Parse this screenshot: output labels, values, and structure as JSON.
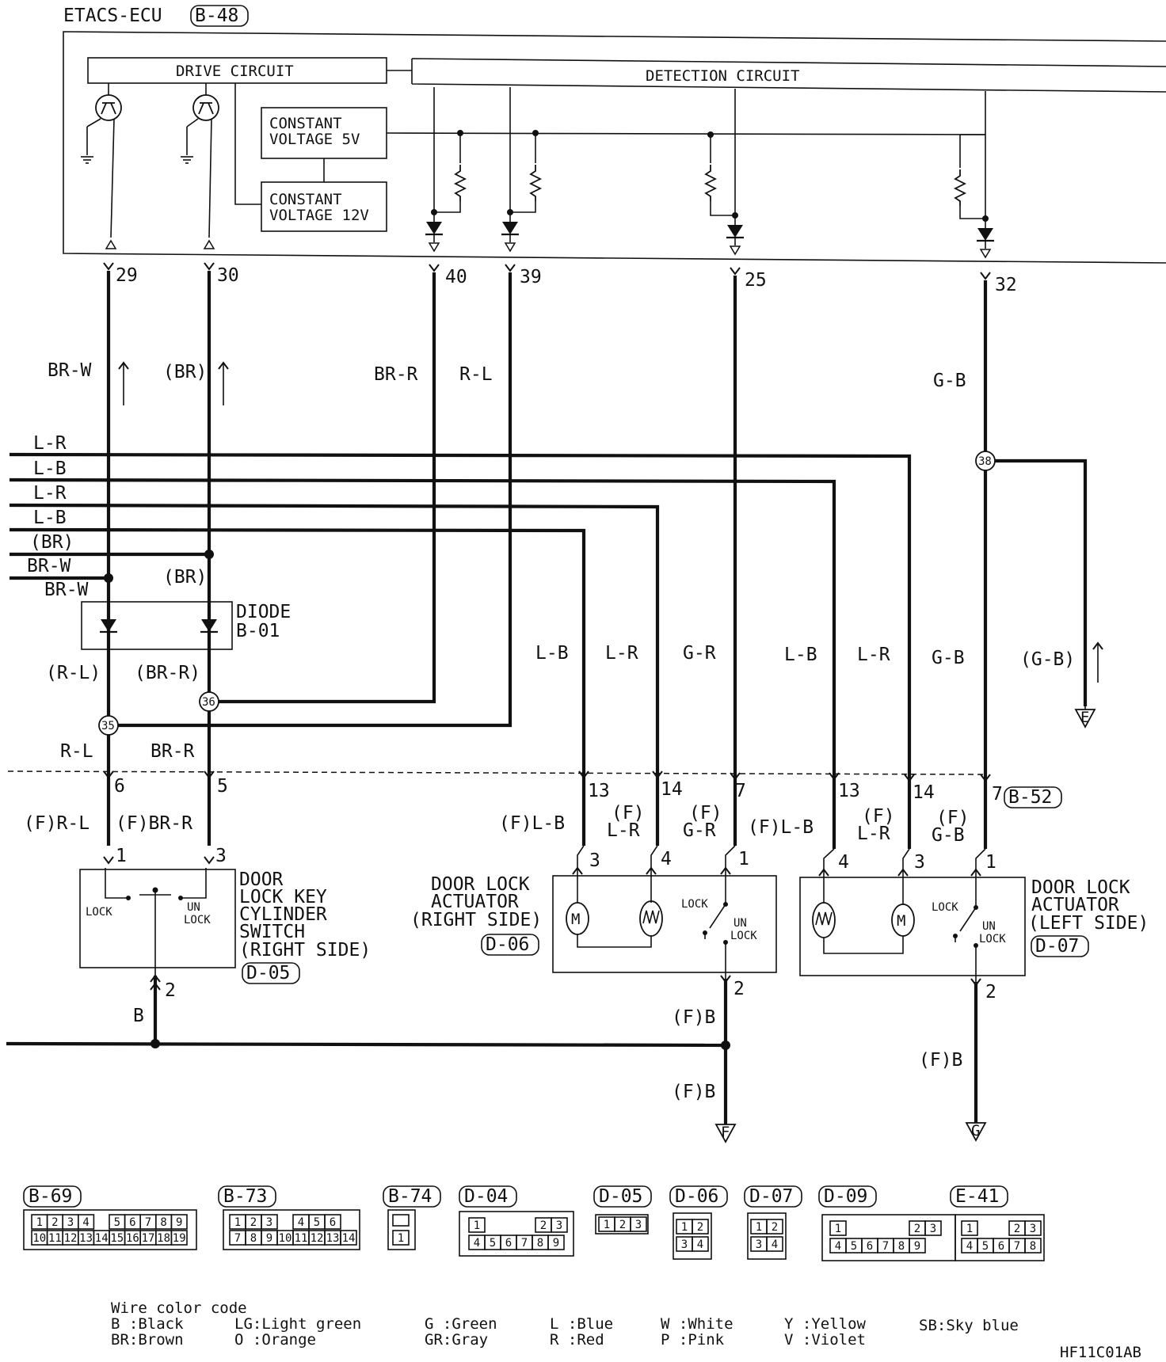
{
  "header": {
    "ecu_name": "ETACS-ECU",
    "ecu_connector": "B-48"
  },
  "ecu": {
    "drive_circuit": "DRIVE CIRCUIT",
    "detection_circuit": "DETECTION CIRCUIT",
    "cv5": [
      "CONSTANT",
      "VOLTAGE 5V"
    ],
    "cv12": [
      "CONSTANT",
      "VOLTAGE 12V"
    ]
  },
  "pins": {
    "p29": "29",
    "p30": "30",
    "p40": "40",
    "p39": "39",
    "p25": "25",
    "p32": "32"
  },
  "wires": {
    "brw": "BR-W",
    "br_paren": "(BR)",
    "brr": "BR-R",
    "rl": "R-L",
    "gb": "G-B",
    "lr": "L-R",
    "lb": "L-B",
    "gr": "G-R",
    "rl_paren": "(R-L)",
    "brr_paren": "(BR-R)",
    "gb_paren": "(G-B)",
    "f_rl": "(F)R-L",
    "f_brr": "(F)BR-R",
    "f_lb": "(F)L-B",
    "f": "(F)",
    "b": "B",
    "f_b": "(F)B"
  },
  "left_bus": [
    "L-R",
    "L-B",
    "L-R",
    "L-B",
    "(BR)",
    "BR-W"
  ],
  "junctions": {
    "j38": "38",
    "j36": "36",
    "j35": "35"
  },
  "diode": {
    "name": "DIODE",
    "code": "B-01"
  },
  "terminals": {
    "t6": "6",
    "t5": "5",
    "t13a": "13",
    "t14a": "14",
    "t7a": "7",
    "t13b": "13",
    "t14b": "14",
    "t7b": "7",
    "b52": "B-52",
    "k1": "1",
    "k3": "3",
    "k2": "2",
    "r3": "3",
    "r4": "4",
    "r1": "1",
    "r2": "2",
    "l4": "4",
    "l3": "3",
    "l1": "1",
    "l2": "2"
  },
  "components": {
    "key_switch": {
      "lines": [
        "DOOR",
        "LOCK KEY",
        "CYLINDER",
        "SWITCH",
        "(RIGHT SIDE)"
      ],
      "code": "D-05",
      "lock": "LOCK",
      "unlock": [
        "UN",
        "LOCK"
      ]
    },
    "actuator_right": {
      "lines": [
        "DOOR LOCK",
        "ACTUATOR",
        "(RIGHT SIDE)"
      ],
      "code": "D-06",
      "lock": "LOCK",
      "unlock": [
        "UN",
        "LOCK"
      ],
      "motor": "M"
    },
    "actuator_left": {
      "lines": [
        "DOOR LOCK",
        "ACTUATOR",
        "(LEFT SIDE)"
      ],
      "code": "D-07",
      "lock": "LOCK",
      "unlock": [
        "UN",
        "LOCK"
      ],
      "motor": "M"
    }
  },
  "grounds": {
    "e": "E",
    "f": "F",
    "g": "G"
  },
  "connectors": {
    "b69": {
      "code": "B-69",
      "row1": [
        "1",
        "2",
        "3",
        "4",
        "",
        "5",
        "6",
        "7",
        "8",
        "9"
      ],
      "row2": [
        "10",
        "11",
        "12",
        "13",
        "14",
        "15",
        "16",
        "17",
        "18",
        "19"
      ]
    },
    "b73": {
      "code": "B-73",
      "row1": [
        "1",
        "2",
        "3",
        "",
        "4",
        "5",
        "6"
      ],
      "row2": [
        "7",
        "8",
        "9",
        "10",
        "11",
        "12",
        "13",
        "14"
      ]
    },
    "b74": {
      "code": "B-74",
      "pins": [
        "1"
      ]
    },
    "d04": {
      "code": "D-04",
      "row1": [
        "1",
        "2",
        "3"
      ],
      "row2": [
        "4",
        "5",
        "6",
        "7",
        "8",
        "9"
      ]
    },
    "d05": {
      "code": "D-05",
      "pins": [
        "1",
        "2",
        "3"
      ]
    },
    "d06": {
      "code": "D-06",
      "row1": [
        "1",
        "2"
      ],
      "row2": [
        "3",
        "4"
      ]
    },
    "d07": {
      "code": "D-07",
      "row1": [
        "1",
        "2"
      ],
      "row2": [
        "3",
        "4"
      ]
    },
    "d09": {
      "code": "D-09",
      "row1": [
        "1",
        "2",
        "3"
      ],
      "row2": [
        "4",
        "5",
        "6",
        "7",
        "8",
        "9"
      ]
    },
    "e41": {
      "code": "E-41",
      "row1": [
        "1",
        "2",
        "3"
      ],
      "row2": [
        "4",
        "5",
        "6",
        "7",
        "8"
      ]
    }
  },
  "legend": {
    "title": "Wire color code",
    "items": [
      [
        "B :Black",
        "BR:Brown"
      ],
      [
        "LG:Light green",
        "O :Orange"
      ],
      [
        "G :Green",
        "GR:Gray"
      ],
      [
        "L :Blue",
        "R :Red"
      ],
      [
        "W :White",
        "P :Pink"
      ],
      [
        "Y :Yellow",
        "V :Violet"
      ],
      [
        "SB:Sky blue"
      ]
    ]
  },
  "figure_code": "HF11C01AB"
}
